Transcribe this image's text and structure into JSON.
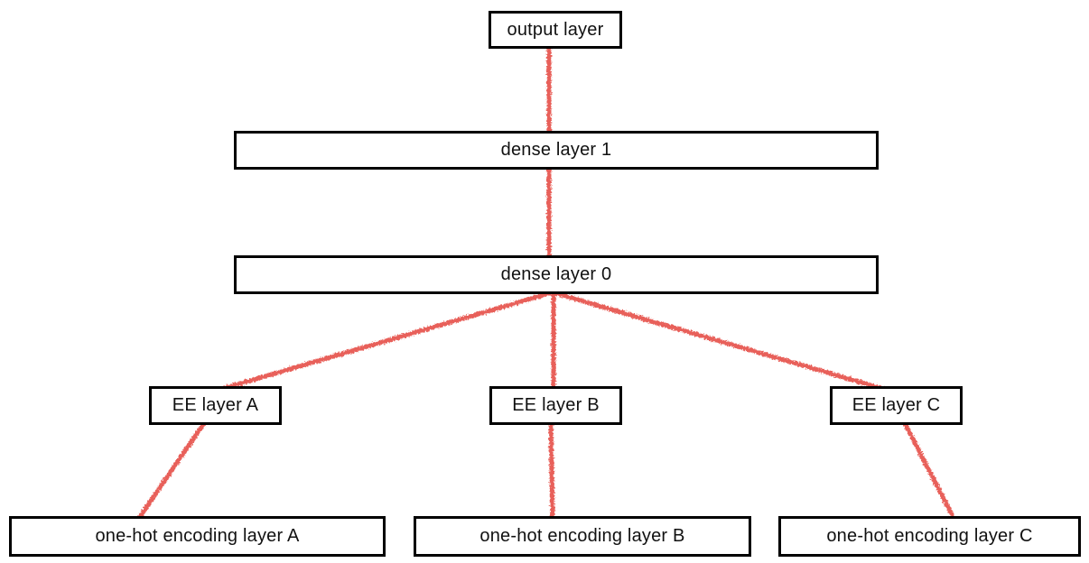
{
  "diagram": {
    "type": "neural-network-architecture",
    "nodes": {
      "output": {
        "label": "output layer"
      },
      "dense1": {
        "label": "dense layer 1"
      },
      "dense0": {
        "label": "dense layer 0"
      },
      "ee_a": {
        "label": "EE layer A"
      },
      "ee_b": {
        "label": "EE layer B"
      },
      "ee_c": {
        "label": "EE layer C"
      },
      "onehot_a": {
        "label": "one-hot encoding layer A"
      },
      "onehot_b": {
        "label": "one-hot encoding layer B"
      },
      "onehot_c": {
        "label": "one-hot encoding layer C"
      }
    },
    "edges": [
      {
        "from": "one-hot encoding layer A",
        "to": "EE layer A"
      },
      {
        "from": "one-hot encoding layer B",
        "to": "EE layer B"
      },
      {
        "from": "one-hot encoding layer C",
        "to": "EE layer C"
      },
      {
        "from": "EE layer A",
        "to": "dense layer 0"
      },
      {
        "from": "EE layer B",
        "to": "dense layer 0"
      },
      {
        "from": "EE layer C",
        "to": "dense layer 0"
      },
      {
        "from": "dense layer 0",
        "to": "dense layer 1"
      },
      {
        "from": "dense layer 1",
        "to": "output layer"
      }
    ],
    "colors": {
      "edge": "#e8615a",
      "box_border": "#000000",
      "box_fill": "#ffffff",
      "text": "#111111",
      "background": "#ffffff"
    }
  }
}
